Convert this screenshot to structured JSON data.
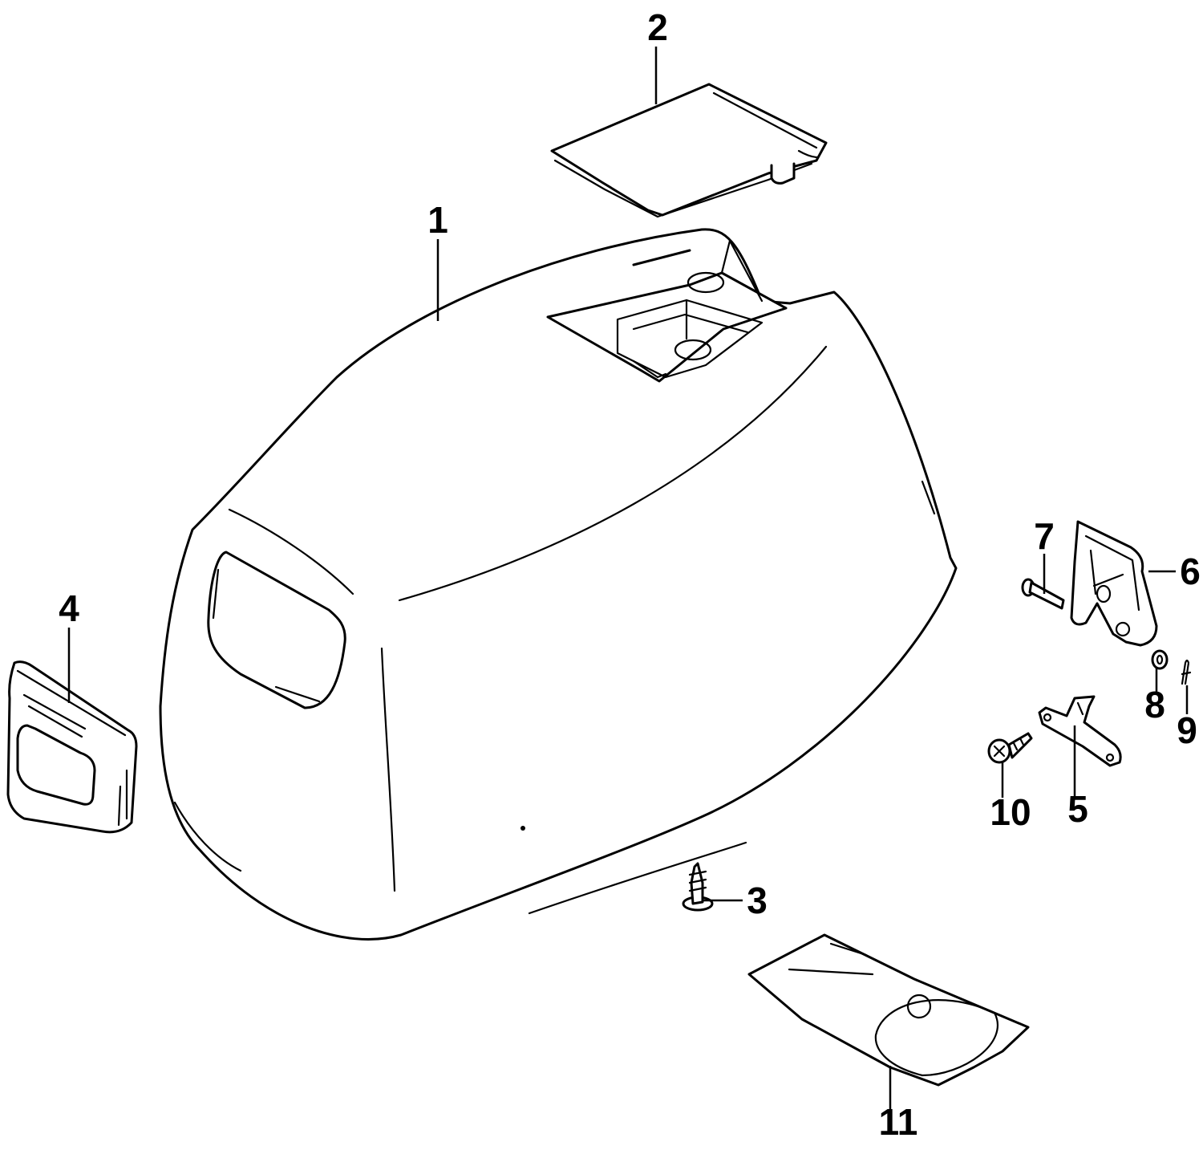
{
  "diagram": {
    "background": "#ffffff",
    "line_color": "#000000",
    "callouts": [
      {
        "id": "engine-cover",
        "label": "1"
      },
      {
        "id": "top-cover",
        "label": "2"
      },
      {
        "id": "cover-screw",
        "label": "3"
      },
      {
        "id": "side-vent",
        "label": "4"
      },
      {
        "id": "latch-plate",
        "label": "5"
      },
      {
        "id": "latch-bracket",
        "label": "6"
      },
      {
        "id": "latch-pin",
        "label": "7"
      },
      {
        "id": "washer",
        "label": "8"
      },
      {
        "id": "cotter-pin",
        "label": "9"
      },
      {
        "id": "plate-screw",
        "label": "10"
      },
      {
        "id": "rear-panel",
        "label": "11"
      }
    ]
  }
}
